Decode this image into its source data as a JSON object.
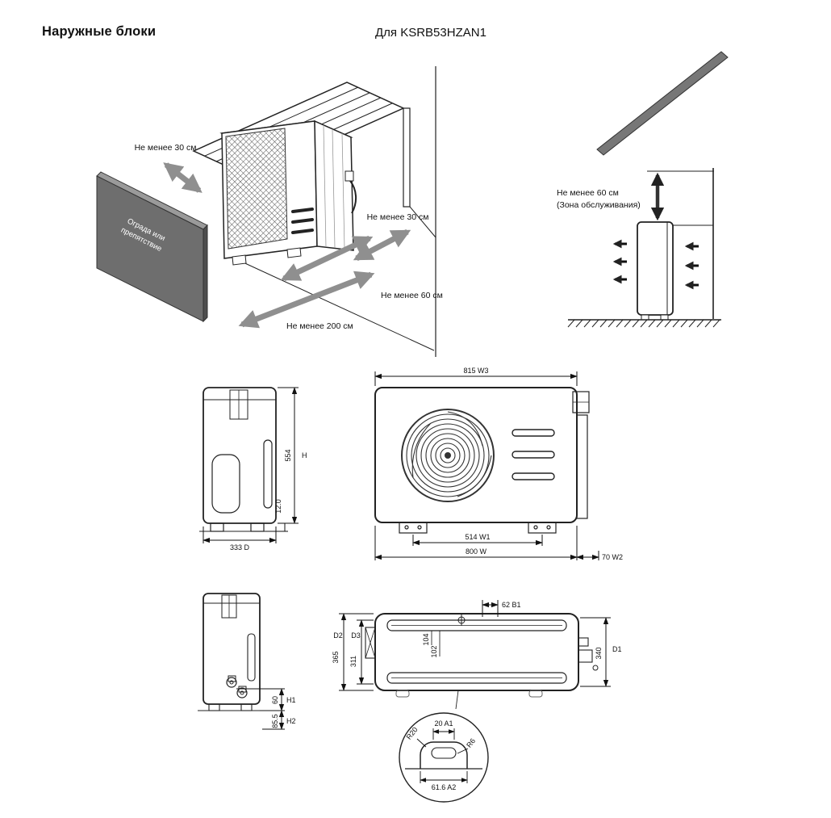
{
  "page": {
    "title": "Наружные блоки",
    "subtitle": "Для KSRB53HZAN1"
  },
  "installation_iso": {
    "min30_top": "Не менее 30 см",
    "min30_side": "Не менее 30 см",
    "min60": "Не менее 60 см",
    "min200": "Не менее 200 см",
    "obstacle_line1": "Ограда или",
    "obstacle_line2": "препятствие"
  },
  "installation_side": {
    "clearance_line1": "Не менее 60 см",
    "clearance_line2": "(Зона обслуживания)"
  },
  "dims": {
    "side_view": {
      "height": "554",
      "height_label": "H",
      "foot": "12.0",
      "depth": "333  D"
    },
    "front_view": {
      "w3": "815  W3",
      "w1": "514  W1",
      "w": "800  W",
      "w2": "70  W2"
    },
    "side_view2": {
      "v60": "60",
      "h1": "H1",
      "v855": "85.5",
      "h2": "H2"
    },
    "top_view": {
      "b1": "62  B1",
      "d2": "D2",
      "v365": "365",
      "d3": "D3",
      "v311": "311",
      "v104": "104",
      "v102": "102",
      "v340": "340",
      "d1": "D1"
    },
    "detail": {
      "r20": "R20",
      "a1": "20  A1",
      "r6": "R6",
      "a2": "61.6  A2"
    }
  }
}
